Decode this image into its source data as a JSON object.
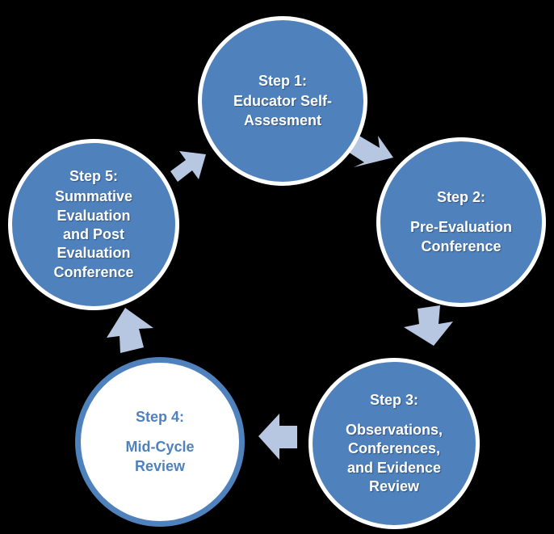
{
  "colors": {
    "background": "#000000",
    "step_fill": "#4f81bd",
    "step_border": "#ffffff",
    "highlight_fill": "#ffffff",
    "arrow": "#b7c7e1"
  },
  "steps": [
    {
      "title": "Step 1:",
      "lines": [
        "Educator Self-",
        "Assesment"
      ]
    },
    {
      "title": "Step 2:",
      "lines": [
        "Pre-Evaluation",
        "Conference"
      ]
    },
    {
      "title": "Step 3:",
      "lines": [
        "Observations,",
        "Conferences,",
        "and Evidence",
        "Review"
      ]
    },
    {
      "title": "Step 4:",
      "lines": [
        "Mid-Cycle",
        "Review"
      ]
    },
    {
      "title": "Step 5:",
      "lines": [
        "Summative",
        "Evaluation",
        "and Post",
        "Evaluation",
        "Conference"
      ]
    }
  ]
}
